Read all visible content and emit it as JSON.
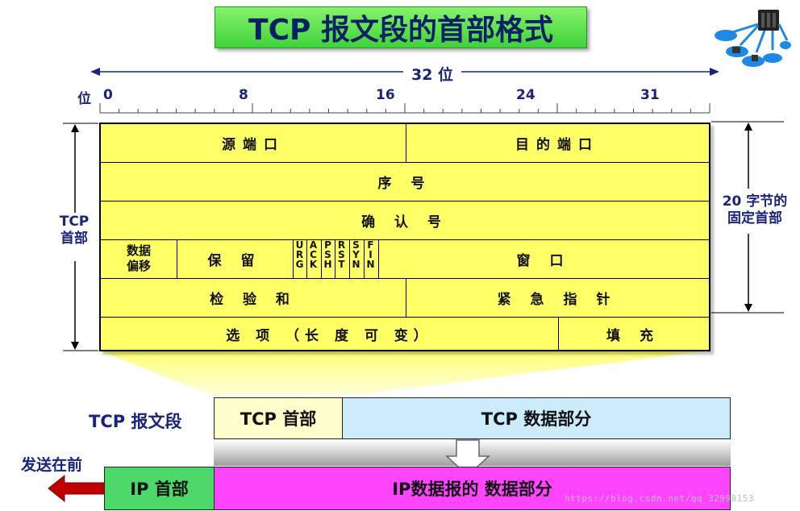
{
  "title": "TCP 报文段的首部格式",
  "bit_width_label": "32 位",
  "bit_label": "位",
  "bit_ticks": [
    "0",
    "8",
    "16",
    "24",
    "31"
  ],
  "left_bracket_label": [
    "TCP",
    "首部"
  ],
  "right_bracket_label": [
    "20 字节的",
    "固定首部"
  ],
  "header": {
    "src_port": "源端口",
    "dst_port": "目的端口",
    "seq": "序 号",
    "ack": "确 认 号",
    "data_offset": [
      "数据",
      "偏移"
    ],
    "reserved": "保 留",
    "flags": [
      "URG",
      "ACK",
      "PSH",
      "RST",
      "SYN",
      "FIN"
    ],
    "window": "窗 口",
    "checksum": "检 验 和",
    "urgent_pointer": "紧 急 指 针",
    "options": "选 项 （长 度 可 变）",
    "padding": "填 充"
  },
  "segment": {
    "label": "TCP 报文段",
    "header_label": "TCP 首部",
    "data_label": "TCP 数据部分"
  },
  "send_first_label": "发送在前",
  "ip_header_label": "IP 首部",
  "ip_data_label": "IP数据报的 数据部分",
  "watermark": "https://blog.csdn.net/qq_32998153",
  "colors": {
    "header_fill": "#ffff66",
    "title_fill": "#5ee04a",
    "tcp_header_box": "#ffffcc",
    "tcp_data_box": "#ccecfb",
    "ip_header_box": "#4cd96a",
    "ip_data_box": "#ff44ff",
    "label_blue": "#1a237e",
    "arrow_red": "#cc0000"
  }
}
